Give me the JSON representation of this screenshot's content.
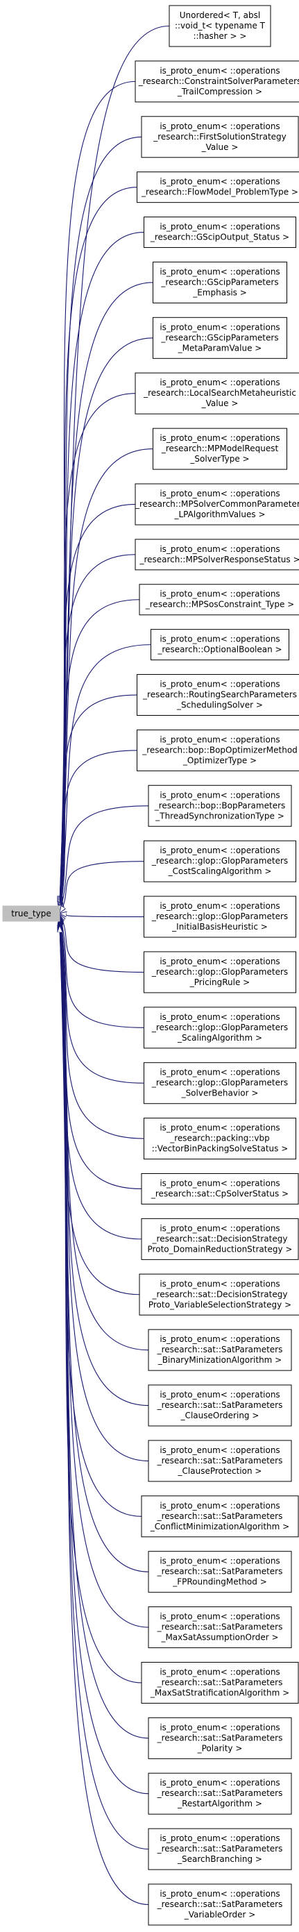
{
  "diagram": {
    "root": {
      "label": "true_type"
    },
    "colors": {
      "edge": "#191970",
      "root_fill": "#bfbfbf",
      "node_border": "#000000"
    },
    "nodes": [
      {
        "id": "n0",
        "lines": [
          "Unordered< T, absl",
          "::void_t< typename T",
          "::hasher > >"
        ]
      },
      {
        "id": "n1",
        "lines": [
          "is_proto_enum< ::operations",
          "_research::ConstraintSolverParameters",
          "_TrailCompression >"
        ]
      },
      {
        "id": "n2",
        "lines": [
          "is_proto_enum< ::operations",
          "_research::FirstSolutionStrategy",
          "_Value >"
        ]
      },
      {
        "id": "n3",
        "lines": [
          "is_proto_enum< ::operations",
          "_research::FlowModel_ProblemType >"
        ]
      },
      {
        "id": "n4",
        "lines": [
          "is_proto_enum< ::operations",
          "_research::GScipOutput_Status >"
        ]
      },
      {
        "id": "n5",
        "lines": [
          "is_proto_enum< ::operations",
          "_research::GScipParameters",
          "_Emphasis >"
        ]
      },
      {
        "id": "n6",
        "lines": [
          "is_proto_enum< ::operations",
          "_research::GScipParameters",
          "_MetaParamValue >"
        ]
      },
      {
        "id": "n7",
        "lines": [
          "is_proto_enum< ::operations",
          "_research::LocalSearchMetaheuristic",
          "_Value >"
        ]
      },
      {
        "id": "n8",
        "lines": [
          "is_proto_enum< ::operations",
          "_research::MPModelRequest",
          "_SolverType >"
        ]
      },
      {
        "id": "n9",
        "lines": [
          "is_proto_enum< ::operations",
          "_research::MPSolverCommonParameters",
          "_LPAlgorithmValues >"
        ]
      },
      {
        "id": "n10",
        "lines": [
          "is_proto_enum< ::operations",
          "_research::MPSolverResponseStatus >"
        ]
      },
      {
        "id": "n11",
        "lines": [
          "is_proto_enum< ::operations",
          "_research::MPSosConstraint_Type >"
        ]
      },
      {
        "id": "n12",
        "lines": [
          "is_proto_enum< ::operations",
          "_research::OptionalBoolean >"
        ]
      },
      {
        "id": "n13",
        "lines": [
          "is_proto_enum< ::operations",
          "_research::RoutingSearchParameters",
          "_SchedulingSolver >"
        ]
      },
      {
        "id": "n14",
        "lines": [
          "is_proto_enum< ::operations",
          "_research::bop::BopOptimizerMethod",
          "_OptimizerType >"
        ]
      },
      {
        "id": "n15",
        "lines": [
          "is_proto_enum< ::operations",
          "_research::bop::BopParameters",
          "_ThreadSynchronizationType >"
        ]
      },
      {
        "id": "n16",
        "lines": [
          "is_proto_enum< ::operations",
          "_research::glop::GlopParameters",
          "_CostScalingAlgorithm >"
        ]
      },
      {
        "id": "n17",
        "lines": [
          "is_proto_enum< ::operations",
          "_research::glop::GlopParameters",
          "_InitialBasisHeuristic >"
        ]
      },
      {
        "id": "n18",
        "lines": [
          "is_proto_enum< ::operations",
          "_research::glop::GlopParameters",
          "_PricingRule >"
        ]
      },
      {
        "id": "n19",
        "lines": [
          "is_proto_enum< ::operations",
          "_research::glop::GlopParameters",
          "_ScalingAlgorithm >"
        ]
      },
      {
        "id": "n20",
        "lines": [
          "is_proto_enum< ::operations",
          "_research::glop::GlopParameters",
          "_SolverBehavior >"
        ]
      },
      {
        "id": "n21",
        "lines": [
          "is_proto_enum< ::operations",
          "_research::packing::vbp",
          "::VectorBinPackingSolveStatus >"
        ]
      },
      {
        "id": "n22",
        "lines": [
          "is_proto_enum< ::operations",
          "_research::sat::CpSolverStatus >"
        ]
      },
      {
        "id": "n23",
        "lines": [
          "is_proto_enum< ::operations",
          "_research::sat::DecisionStrategy",
          "Proto_DomainReductionStrategy >"
        ]
      },
      {
        "id": "n24",
        "lines": [
          "is_proto_enum< ::operations",
          "_research::sat::DecisionStrategy",
          "Proto_VariableSelectionStrategy >"
        ]
      },
      {
        "id": "n25",
        "lines": [
          "is_proto_enum< ::operations",
          "_research::sat::SatParameters",
          "_BinaryMinizationAlgorithm >"
        ]
      },
      {
        "id": "n26",
        "lines": [
          "is_proto_enum< ::operations",
          "_research::sat::SatParameters",
          "_ClauseOrdering >"
        ]
      },
      {
        "id": "n27",
        "lines": [
          "is_proto_enum< ::operations",
          "_research::sat::SatParameters",
          "_ClauseProtection >"
        ]
      },
      {
        "id": "n28",
        "lines": [
          "is_proto_enum< ::operations",
          "_research::sat::SatParameters",
          "_ConflictMinimizationAlgorithm >"
        ]
      },
      {
        "id": "n29",
        "lines": [
          "is_proto_enum< ::operations",
          "_research::sat::SatParameters",
          "_FPRoundingMethod >"
        ]
      },
      {
        "id": "n30",
        "lines": [
          "is_proto_enum< ::operations",
          "_research::sat::SatParameters",
          "_MaxSatAssumptionOrder >"
        ]
      },
      {
        "id": "n31",
        "lines": [
          "is_proto_enum< ::operations",
          "_research::sat::SatParameters",
          "_MaxSatStratificationAlgorithm >"
        ]
      },
      {
        "id": "n32",
        "lines": [
          "is_proto_enum< ::operations",
          "_research::sat::SatParameters",
          "_Polarity >"
        ]
      },
      {
        "id": "n33",
        "lines": [
          "is_proto_enum< ::operations",
          "_research::sat::SatParameters",
          "_RestartAlgorithm >"
        ]
      },
      {
        "id": "n34",
        "lines": [
          "is_proto_enum< ::operations",
          "_research::sat::SatParameters",
          "_SearchBranching >"
        ]
      },
      {
        "id": "n35",
        "lines": [
          "is_proto_enum< ::operations",
          "_research::sat::SatParameters",
          "_VariableOrder >"
        ]
      }
    ]
  }
}
